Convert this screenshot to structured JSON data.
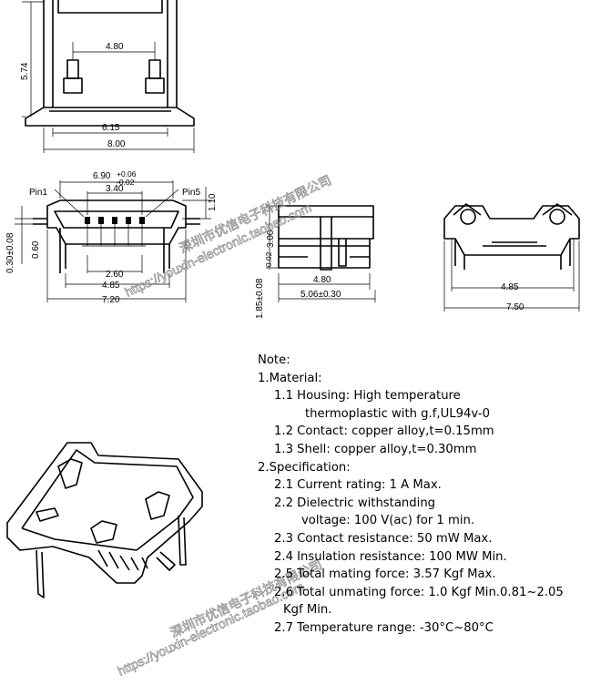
{
  "dimensions": {
    "top_view": {
      "height": "5.74",
      "pitch_tabs": "4.80",
      "inner_width": "6.15",
      "outer_width": "8.00"
    },
    "front_view": {
      "top_width": "6.90",
      "top_tol_plus": "+0.06",
      "top_tol_minus": "-0.02",
      "pin_span": "3.40",
      "pin1": "Pin1",
      "pin5": "Pin5",
      "right_height": "1.10",
      "left_a": "0.30±0.08",
      "left_b": "0.60",
      "bot_a": "2.60",
      "bot_b": "4.85",
      "bot_c": "7.20"
    },
    "side_view": {
      "height": "3.00",
      "leg": "1.85±0.08",
      "leg_tol": "-0.02",
      "inner": "4.80",
      "outer": "5.06±0.30"
    },
    "rear_view": {
      "inner": "4.85",
      "outer": "7.50"
    }
  },
  "notes": {
    "title": "Note:",
    "material_heading": "1.Material:",
    "m1_line1": "1.1 Housing: High temperature",
    "m1_line2": "thermoplastic with g.f,UL94v-0",
    "m2": "1.2 Contact: copper alloy,t=0.15mm",
    "m3": "1.3 Shell: copper alloy,t=0.30mm",
    "spec_heading": "2.Specification:",
    "s1": "2.1 Current rating: 1 A Max.",
    "s2_line1": "2.2 Dielectric withstanding",
    "s2_line2": "voltage: 100 V(ac) for 1 min.",
    "s3": "2.3 Contact resistance: 50 mW Max.",
    "s4": "2.4 Insulation resistance: 100 MW Min.",
    "s5": "2.5 Total mating force: 3.57 Kgf Max.",
    "s6_line1": "2.6 Total unmating force: 1.0 Kgf Min.0.81~2.05",
    "s6_line2": "Kgf Min.",
    "s7": "2.7 Temperature range: -30°C~80°C"
  },
  "watermarks": {
    "w1": "深圳市优信电子科技有限公司",
    "w2": "https://youxin-electronic.taobao.com",
    "w3": "深圳市优信电子科技有限公司",
    "w4": "https://youxin-electronic.taobao.com"
  }
}
